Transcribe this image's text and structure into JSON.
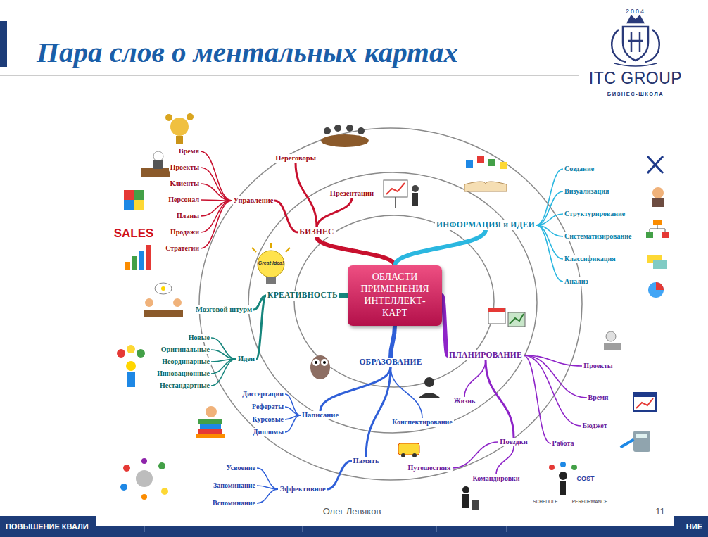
{
  "diagram": {
    "title": "Пара слов о ментальных картах",
    "nodes": [
      {
        "text": [
          "ОБЛАСТИ ПРИМЕНЕНИЯ ИНТЕЛЛЕКТ-КАРТ"
        ]
      },
      {
        "text": [
          "БИЗНЕС"
        ]
      },
      {
        "text": [
          "Управление"
        ]
      },
      {
        "text": [
          "Время"
        ]
      },
      {
        "text": [
          "Проекты"
        ]
      },
      {
        "text": [
          "Клиенты"
        ]
      },
      {
        "text": [
          "Персонал"
        ]
      },
      {
        "text": [
          "Планы"
        ]
      },
      {
        "text": [
          "Продажи"
        ]
      },
      {
        "text": [
          "Стратегии"
        ]
      },
      {
        "text": [
          "Переговоры"
        ]
      },
      {
        "text": [
          "Презентации"
        ]
      },
      {
        "text": [
          "ИНФОРМАЦИЯ и ИДЕИ"
        ]
      },
      {
        "text": [
          "Создание"
        ]
      },
      {
        "text": [
          "Визуализация"
        ]
      },
      {
        "text": [
          "Структурирование"
        ]
      },
      {
        "text": [
          "Систематизирование"
        ]
      },
      {
        "text": [
          "Классификация"
        ]
      },
      {
        "text": [
          "Анализ"
        ]
      },
      {
        "text": [
          "ПЛАНИРОВАНИЕ"
        ]
      },
      {
        "text": [
          "Проекты"
        ]
      },
      {
        "text": [
          "Время"
        ]
      },
      {
        "text": [
          "Бюджет"
        ]
      },
      {
        "text": [
          "Работа"
        ]
      },
      {
        "text": [
          "Поездки"
        ]
      },
      {
        "text": [
          "Командировки"
        ]
      },
      {
        "text": [
          "Путешествия"
        ]
      },
      {
        "text": [
          "Жизнь"
        ]
      },
      {
        "text": [
          "ОБРАЗОВАНИЕ"
        ]
      },
      {
        "text": [
          "Конспектирование"
        ]
      },
      {
        "text": [
          "Написание"
        ]
      },
      {
        "text": [
          "Диссертации"
        ]
      },
      {
        "text": [
          "Рефераты"
        ]
      },
      {
        "text": [
          "Курсовые"
        ]
      },
      {
        "text": [
          "Дипломы"
        ]
      },
      {
        "text": [
          "Память"
        ]
      },
      {
        "text": [
          "Эффективное"
        ]
      },
      {
        "text": [
          "Усвоение"
        ]
      },
      {
        "text": [
          "Запоминание"
        ]
      },
      {
        "text": [
          "Вспоминание"
        ]
      },
      {
        "text": [
          "КРЕАТИВНОСТЬ"
        ]
      },
      {
        "text": [
          "Мозговой штурм"
        ]
      },
      {
        "text": [
          "Идеи"
        ]
      },
      {
        "text": [
          "Новые"
        ]
      },
      {
        "text": [
          "Оригинальные"
        ]
      },
      {
        "text": [
          "Неординарные"
        ]
      },
      {
        "text": [
          "Инновационные"
        ]
      },
      {
        "text": [
          "Нестандартные"
        ]
      }
    ],
    "edges": [
      {
        "from": 0,
        "to": 1,
        "arrow": "none"
      },
      {
        "from": 1,
        "to": 2,
        "arrow": "none"
      },
      {
        "from": 2,
        "to": 3,
        "arrow": "none"
      },
      {
        "from": 2,
        "to": 4,
        "arrow": "none"
      },
      {
        "from": 2,
        "to": 5,
        "arrow": "none"
      },
      {
        "from": 2,
        "to": 6,
        "arrow": "none"
      },
      {
        "from": 2,
        "to": 7,
        "arrow": "none"
      },
      {
        "from": 2,
        "to": 8,
        "arrow": "none"
      },
      {
        "from": 2,
        "to": 9,
        "arrow": "none"
      },
      {
        "from": 1,
        "to": 10,
        "arrow": "none"
      },
      {
        "from": 1,
        "to": 11,
        "arrow": "none"
      },
      {
        "from": 0,
        "to": 12,
        "arrow": "none"
      },
      {
        "from": 12,
        "to": 13,
        "arrow": "none"
      },
      {
        "from": 12,
        "to": 14,
        "arrow": "none"
      },
      {
        "from": 12,
        "to": 15,
        "arrow": "none"
      },
      {
        "from": 12,
        "to": 16,
        "arrow": "none"
      },
      {
        "from": 12,
        "to": 17,
        "arrow": "none"
      },
      {
        "from": 12,
        "to": 18,
        "arrow": "none"
      },
      {
        "from": 0,
        "to": 19,
        "arrow": "none"
      },
      {
        "from": 19,
        "to": 20,
        "arrow": "none"
      },
      {
        "from": 19,
        "to": 21,
        "arrow": "none"
      },
      {
        "from": 19,
        "to": 22,
        "arrow": "none"
      },
      {
        "from": 19,
        "to": 23,
        "arrow": "none"
      },
      {
        "from": 19,
        "to": 24,
        "arrow": "none"
      },
      {
        "from": 24,
        "to": 25,
        "arrow": "none"
      },
      {
        "from": 24,
        "to": 26,
        "arrow": "none"
      },
      {
        "from": 19,
        "to": 27,
        "arrow": "none"
      },
      {
        "from": 0,
        "to": 28,
        "arrow": "none"
      },
      {
        "from": 28,
        "to": 29,
        "arrow": "none"
      },
      {
        "from": 28,
        "to": 30,
        "arrow": "none"
      },
      {
        "from": 30,
        "to": 31,
        "arrow": "none"
      },
      {
        "from": 30,
        "to": 32,
        "arrow": "none"
      },
      {
        "from": 30,
        "to": 33,
        "arrow": "none"
      },
      {
        "from": 30,
        "to": 34,
        "arrow": "none"
      },
      {
        "from": 28,
        "to": 35,
        "arrow": "none"
      },
      {
        "from": 35,
        "to": 36,
        "arrow": "none"
      },
      {
        "from": 36,
        "to": 37,
        "arrow": "none"
      },
      {
        "from": 36,
        "to": 38,
        "arrow": "none"
      },
      {
        "from": 36,
        "to": 39,
        "arrow": "none"
      },
      {
        "from": 0,
        "to": 40,
        "arrow": "none"
      },
      {
        "from": 40,
        "to": 41,
        "arrow": "none"
      },
      {
        "from": 40,
        "to": 42,
        "arrow": "none"
      },
      {
        "from": 42,
        "to": 43,
        "arrow": "none"
      },
      {
        "from": 42,
        "to": 44,
        "arrow": "none"
      },
      {
        "from": 42,
        "to": 45,
        "arrow": "none"
      },
      {
        "from": 42,
        "to": 46,
        "arrow": "none"
      },
      {
        "from": 42,
        "to": 47,
        "arrow": "none"
      }
    ],
    "labels": [
      "2004",
      "ITC GROUP",
      "БИЗНЕС-ШКОЛА",
      "ПОВЫШЕНИЕ КВАЛИ",
      "НИЕ",
      "Олег Левяков",
      "11",
      "SALES",
      "Great Idea!",
      "SCHEDULE",
      "COST",
      "PERFORMANCE"
    ]
  }
}
